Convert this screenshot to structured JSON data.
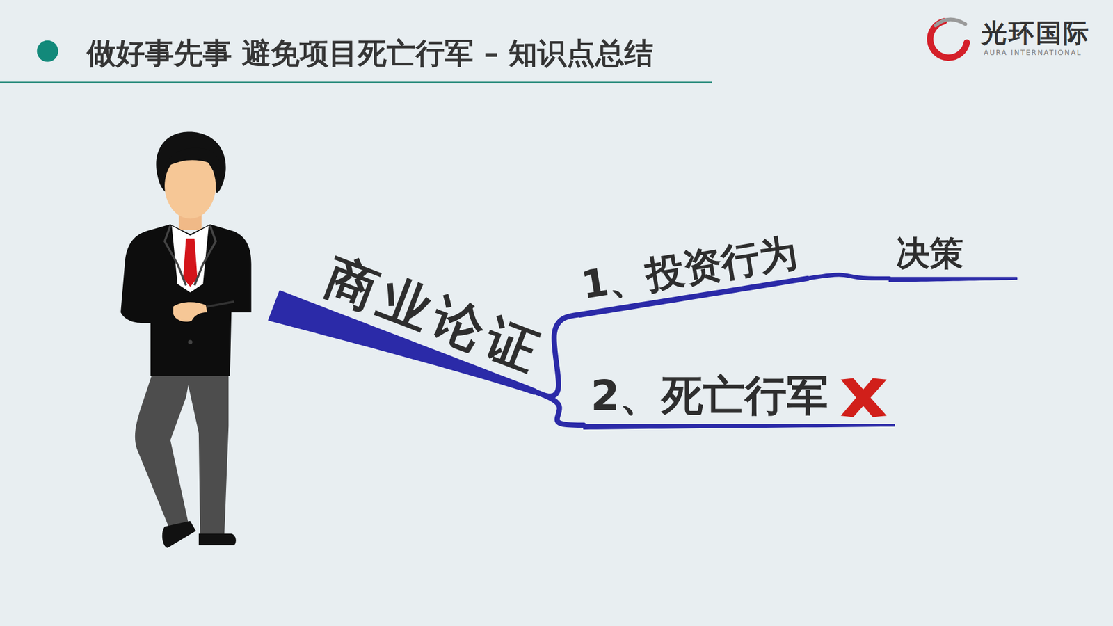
{
  "diagram": {
    "title": "做好事先事 避免项目死亡行军 – 知识点总结",
    "nodes": [
      {
        "text": [
          "商业论证"
        ]
      },
      {
        "text": [
          "1、投资行为"
        ]
      },
      {
        "text": [
          "决策"
        ]
      },
      {
        "text": [
          "2、死亡行军"
        ]
      }
    ],
    "edges": [
      {
        "from": 0,
        "to": 1,
        "arrow": "none"
      },
      {
        "from": 1,
        "to": 2,
        "arrow": "none"
      },
      {
        "from": 0,
        "to": 3,
        "arrow": "none"
      }
    ],
    "labels": [
      "光环国际",
      "AURA INTERNATIONAL"
    ]
  }
}
